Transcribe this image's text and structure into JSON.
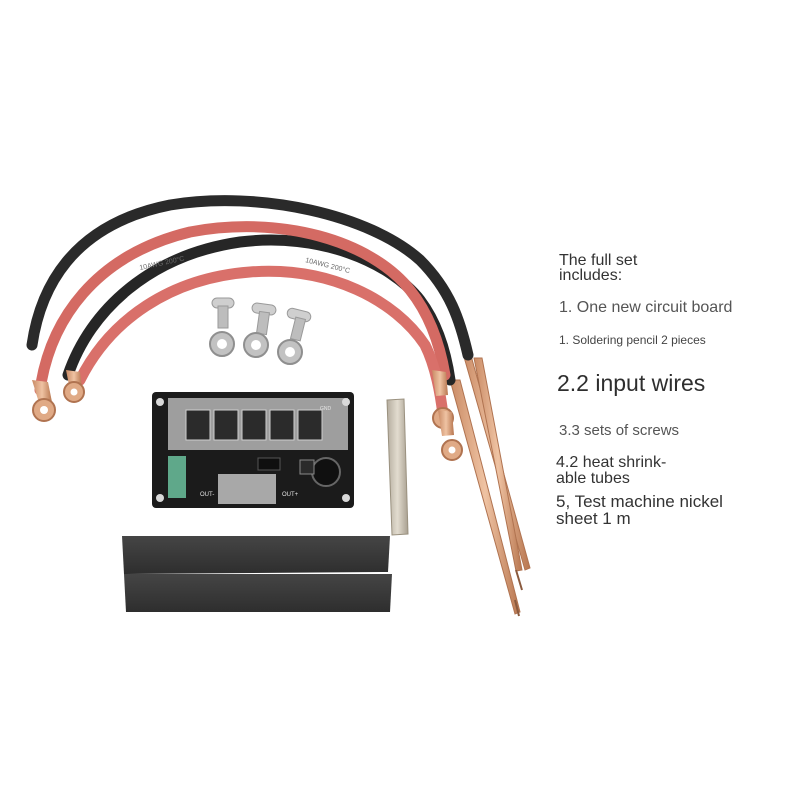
{
  "photo": {
    "description_icons": [
      "red-cable-icon",
      "black-cable-icon",
      "screw-icon",
      "circuit-board-icon",
      "soldering-pen-icon",
      "nickel-sheet-icon",
      "heat-shrink-tube-icon"
    ],
    "colors": {
      "red_wire": "#d9706a",
      "black_wire": "#2b2b2b",
      "copper": "#d9a07c",
      "board": "#1c1c1c",
      "tube": "#3a3a3a",
      "nickel": "#c9c2b4"
    }
  },
  "board": {
    "label_out_left": "OUT-",
    "label_out_right": "OUT+",
    "label_gnd": "GND",
    "label_wire": "10AWG 200°C"
  },
  "text": {
    "heading": "The full set includes:",
    "item1": "1. One new circuit board",
    "item2": "1. Soldering pencil 2 pieces",
    "item3": "2.2 input wires",
    "item4": "3.3 sets of screws",
    "item5": "4.2 heat shrink-able tubes",
    "item6": "5, Test machine nickel sheet 1 m"
  }
}
